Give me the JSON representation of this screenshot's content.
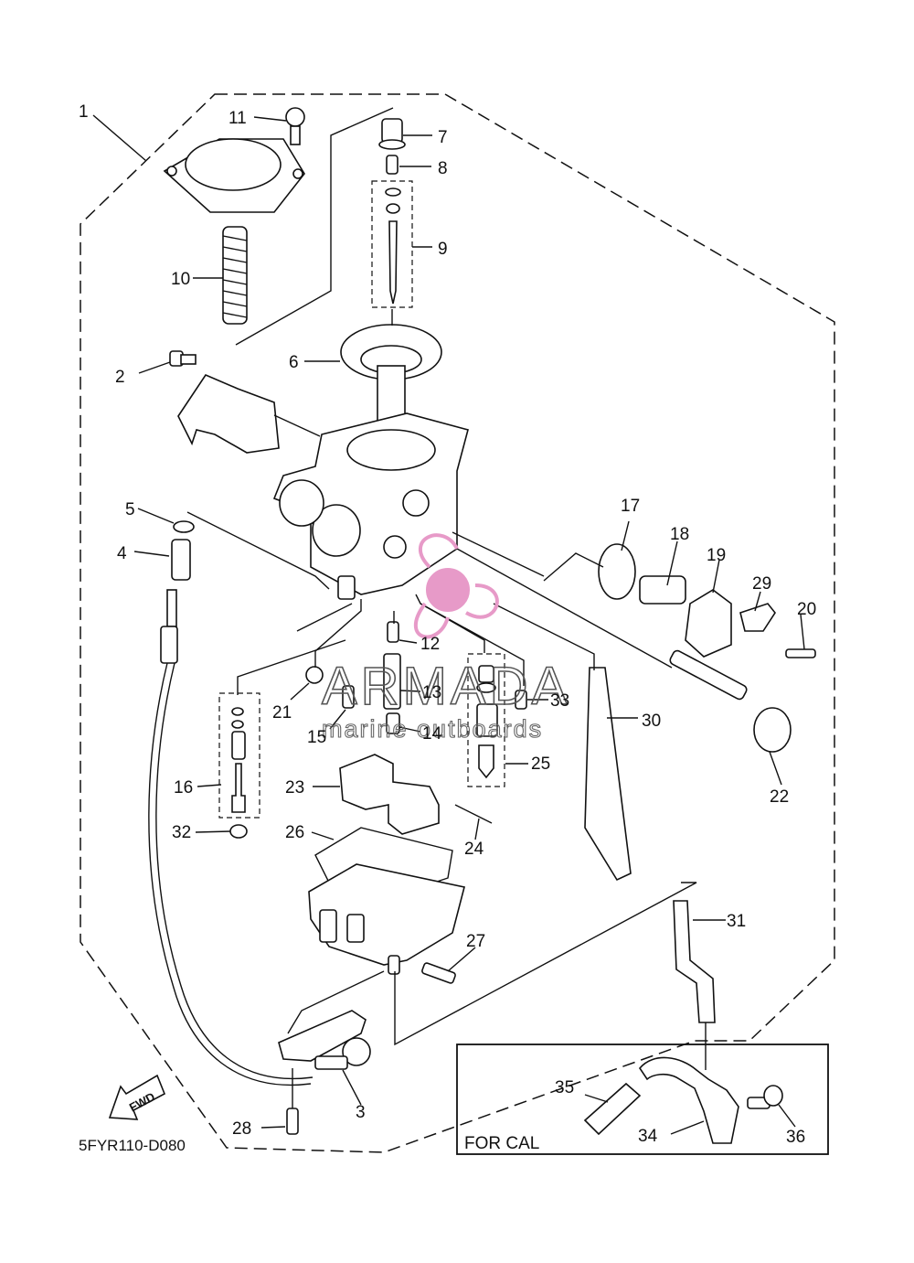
{
  "diagram": {
    "code": "5FYR110-D080",
    "fwd_label": "FWD",
    "box_label": "FOR CAL"
  },
  "watermark": {
    "brand": "ARMADA",
    "tagline": "marine outboards",
    "color": "#e79ac8"
  },
  "callouts": [
    {
      "id": "1",
      "text": "1"
    },
    {
      "id": "2",
      "text": "2"
    },
    {
      "id": "3",
      "text": "3"
    },
    {
      "id": "4",
      "text": "4"
    },
    {
      "id": "5",
      "text": "5"
    },
    {
      "id": "6",
      "text": "6"
    },
    {
      "id": "7",
      "text": "7"
    },
    {
      "id": "8",
      "text": "8"
    },
    {
      "id": "9",
      "text": "9"
    },
    {
      "id": "10",
      "text": "10"
    },
    {
      "id": "11",
      "text": "11"
    },
    {
      "id": "12",
      "text": "12"
    },
    {
      "id": "13",
      "text": "13"
    },
    {
      "id": "14",
      "text": "14"
    },
    {
      "id": "15",
      "text": "15"
    },
    {
      "id": "16",
      "text": "16"
    },
    {
      "id": "17",
      "text": "17"
    },
    {
      "id": "18",
      "text": "18"
    },
    {
      "id": "19",
      "text": "19"
    },
    {
      "id": "20",
      "text": "20"
    },
    {
      "id": "21",
      "text": "21"
    },
    {
      "id": "22",
      "text": "22"
    },
    {
      "id": "23",
      "text": "23"
    },
    {
      "id": "24",
      "text": "24"
    },
    {
      "id": "25",
      "text": "25"
    },
    {
      "id": "26",
      "text": "26"
    },
    {
      "id": "27",
      "text": "27"
    },
    {
      "id": "28",
      "text": "28"
    },
    {
      "id": "29",
      "text": "29"
    },
    {
      "id": "30",
      "text": "30"
    },
    {
      "id": "31",
      "text": "31"
    },
    {
      "id": "32",
      "text": "32"
    },
    {
      "id": "33",
      "text": "33"
    },
    {
      "id": "34",
      "text": "34"
    },
    {
      "id": "35",
      "text": "35"
    },
    {
      "id": "36",
      "text": "36"
    }
  ]
}
